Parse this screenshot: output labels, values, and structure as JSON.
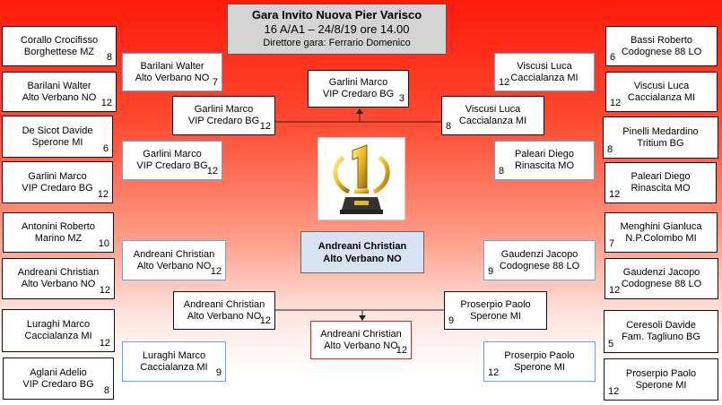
{
  "header": {
    "title": "Gara Invito Nuova Pier Varisco",
    "subtitle": "16 A/A1 – 24/8/19 ore 14.00",
    "director": "Direttore gara: Ferrario Domenico"
  },
  "winner": {
    "name": "Andreani Christian",
    "club": "Alto Verbano NO"
  },
  "left_r1": [
    {
      "name": "Corallo  Crocifisso",
      "club": "Borghettese  MZ",
      "score": "8"
    },
    {
      "name": "Barilani Walter",
      "club": "Alto Verbano NO",
      "score": "12"
    },
    {
      "name": "De Sicot Davide",
      "club": "Sperone MI",
      "score": "6"
    },
    {
      "name": "Garlini Marco",
      "club": "VIP Credaro BG",
      "score": "12"
    },
    {
      "name": "Antonini Roberto",
      "club": "Marino MZ",
      "score": "10"
    },
    {
      "name": "Andreani Christian",
      "club": "Alto Verbano NO",
      "score": "12"
    },
    {
      "name": "Luraghi Marco",
      "club": "Caccialanza MI",
      "score": "12"
    },
    {
      "name": "Aglani Adelio",
      "club": "VIP Credaro BG",
      "score": "8"
    }
  ],
  "left_r2": [
    {
      "name": "Barilani Walter",
      "club": "Alto Verbano NO",
      "score": "7"
    },
    {
      "name": "Garlini Marco",
      "club": "VIP Credaro BG",
      "score": "12"
    },
    {
      "name": "Andreani Christian",
      "club": "Alto Verbano NO",
      "score": "12"
    },
    {
      "name": "Luraghi Marco",
      "club": "Caccialanza MI",
      "score": "9"
    }
  ],
  "left_r3": [
    {
      "name": "Garlini Marco",
      "club": "VIP Credaro BG",
      "score": "12"
    },
    {
      "name": "Andreani Christian",
      "club": "Alto Verbano NO",
      "score": "12"
    }
  ],
  "semi_top": {
    "name": "Garlini Marco",
    "club": "VIP Credaro BG",
    "score": "3"
  },
  "semi_bottom": {
    "name": "Andreani Christian",
    "club": "Alto Verbano NO",
    "score": "12"
  },
  "right_r3": [
    {
      "name": "Viscusi Luca",
      "club": "Caccialanza MI",
      "score": "8"
    },
    {
      "name": "Proserpio Paolo",
      "club": "Sperone MI",
      "score": "9"
    }
  ],
  "right_r2": [
    {
      "name": "Viscusi Luca",
      "club": "Caccialanza MI",
      "score": "12"
    },
    {
      "name": "Paleari Diego",
      "club": "Rinascita MO",
      "score": "8"
    },
    {
      "name": "Gaudenzi Jacopo",
      "club": "Codognese 88 LO",
      "score": "9"
    },
    {
      "name": "Proserpio Paolo",
      "club": "Sperone MI",
      "score": "12"
    }
  ],
  "right_r1": [
    {
      "name": "Bassi Roberto",
      "club": "Codognese 88 LO",
      "score": "6"
    },
    {
      "name": "Viscusi Luca",
      "club": "Caccialanza MI",
      "score": "12"
    },
    {
      "name": "Pinelli Medardino",
      "club": "Tritium BG",
      "score": "8"
    },
    {
      "name": "Paleari Diego",
      "club": "Rinascita MO",
      "score": "12"
    },
    {
      "name": "Menghini Gianluca",
      "club": "N.P.Colombo MI",
      "score": "7"
    },
    {
      "name": "Gaudenzi Jacopo",
      "club": "Codognese 88 LO",
      "score": "12"
    },
    {
      "name": "Ceresoli Davide",
      "club": "Fam. Tagliuno BG",
      "score": "5"
    },
    {
      "name": "Proserpio Paolo",
      "club": "Sperone MI",
      "score": "12"
    }
  ],
  "colors": {
    "blue_border": "#5aa7ea",
    "red_border": "#e02020",
    "winner_fill": "#d7e3f2",
    "header_fill": "#d4d4d4"
  }
}
